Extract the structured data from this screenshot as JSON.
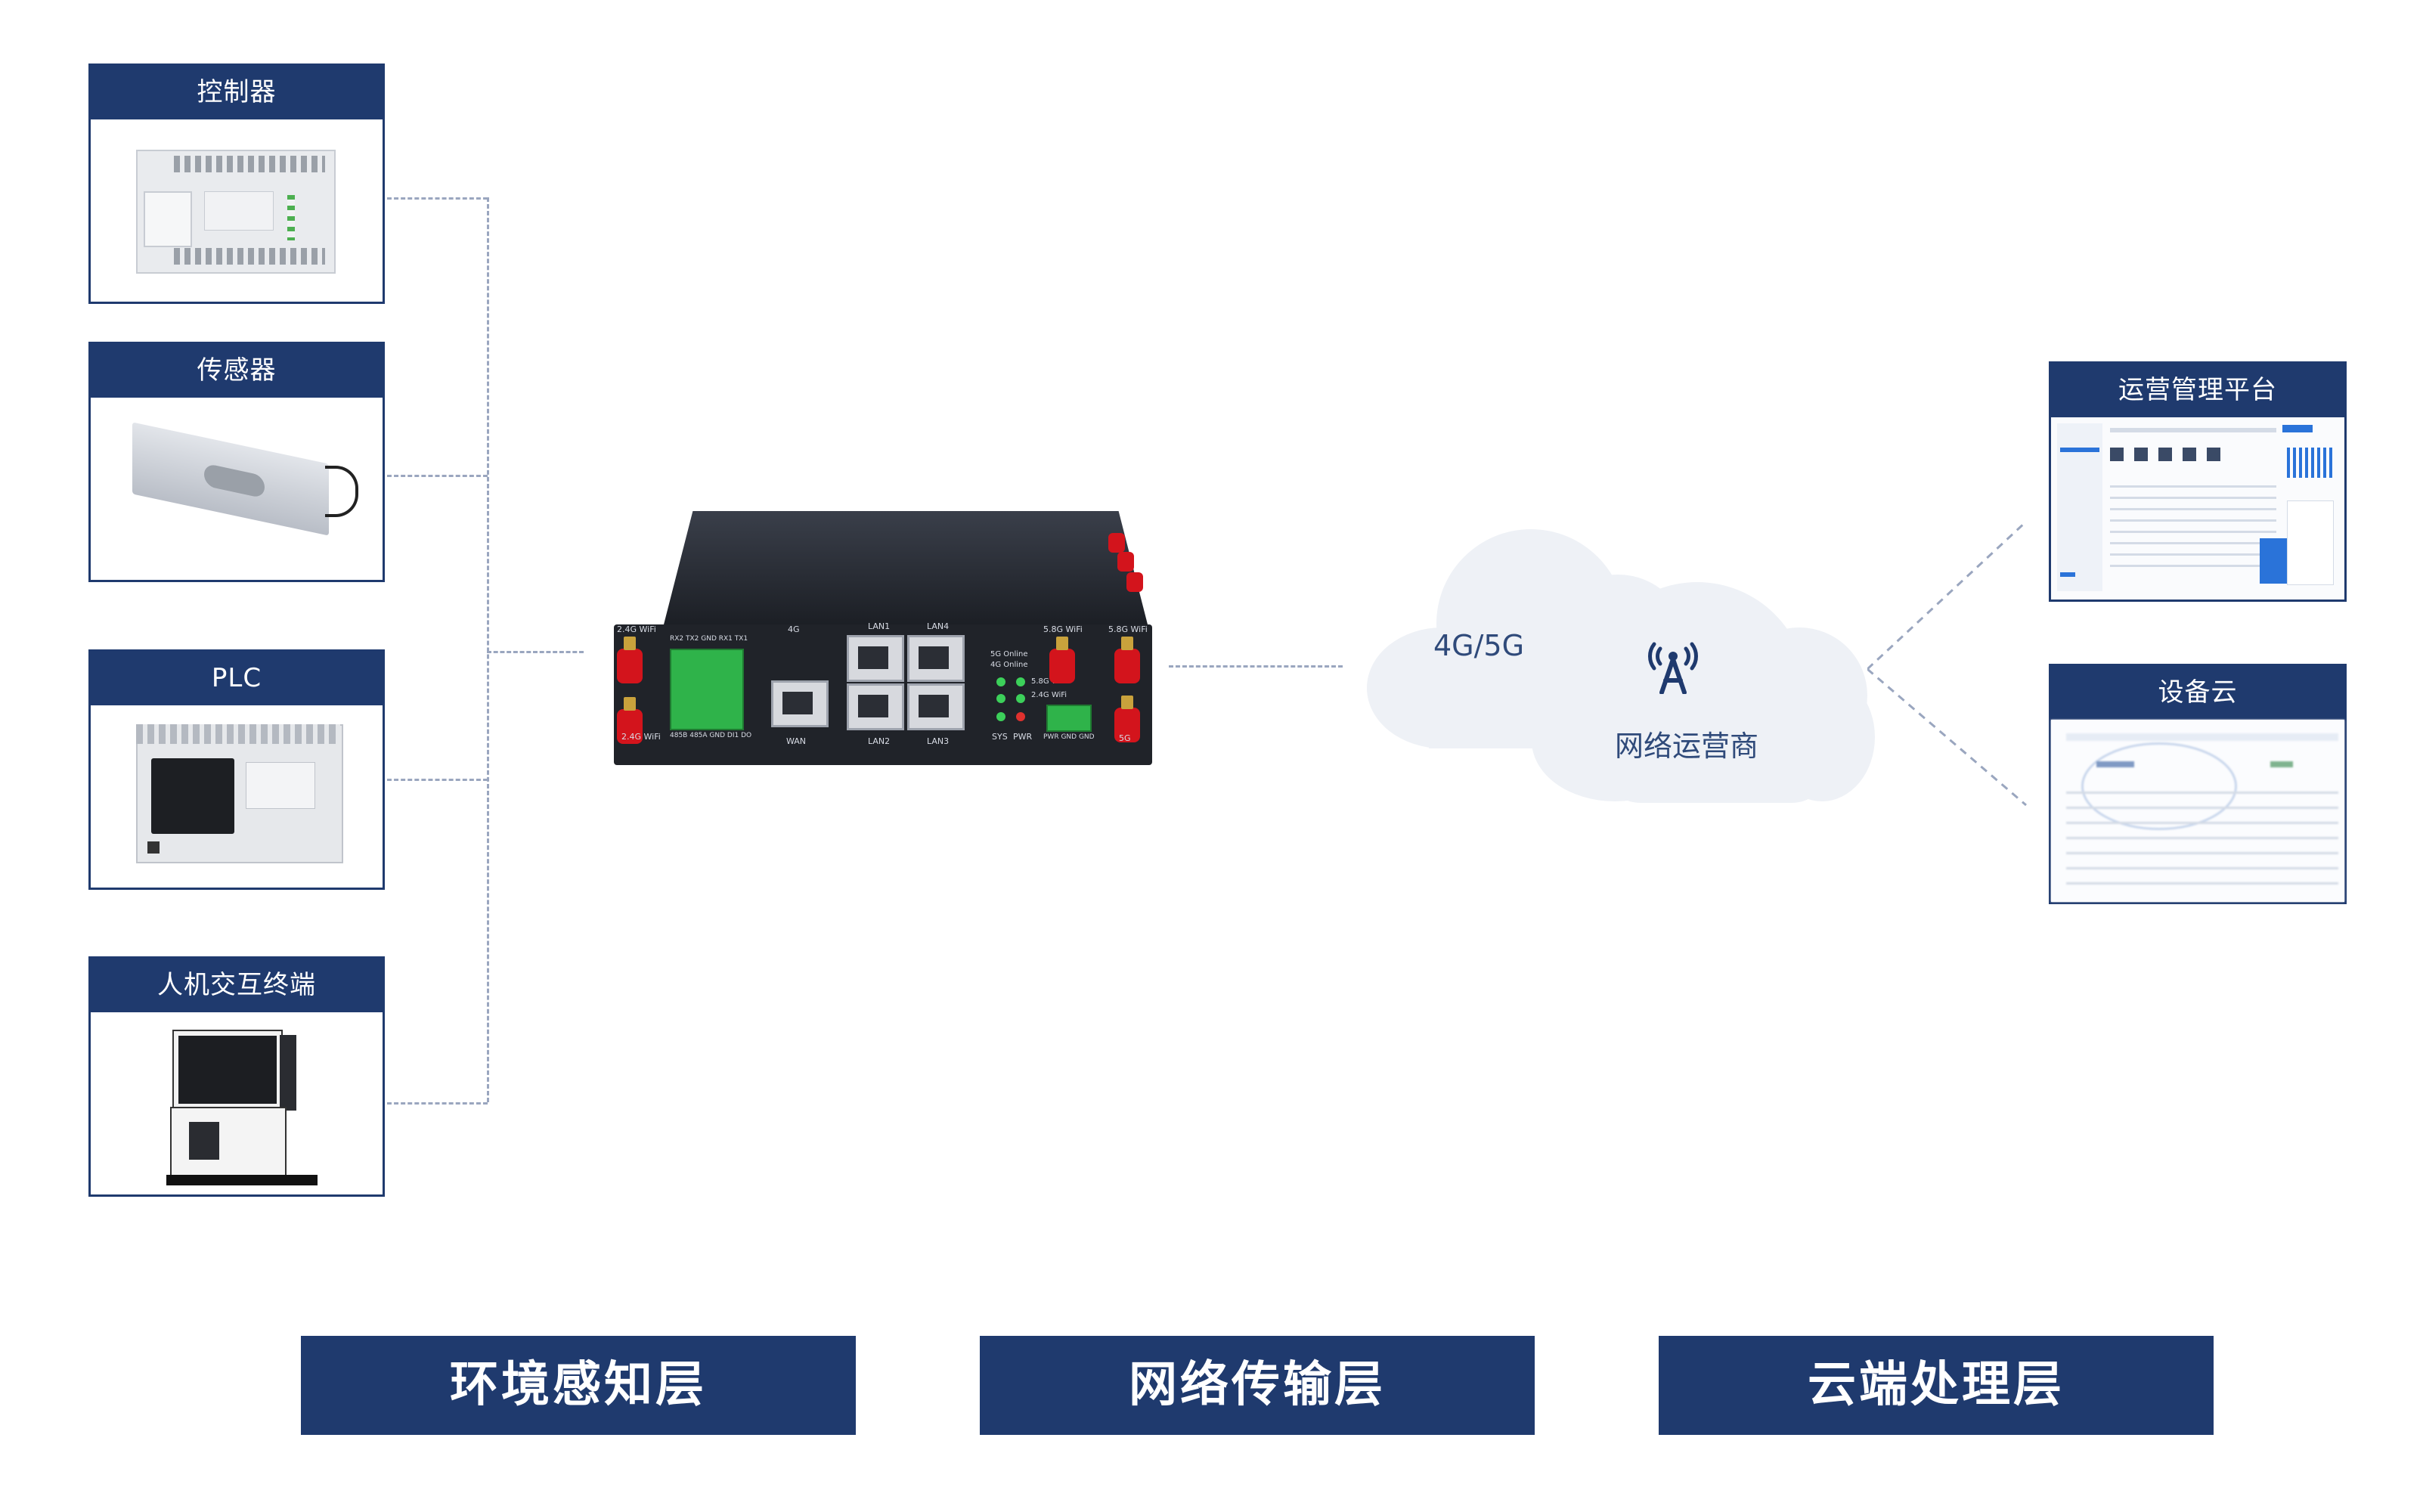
{
  "devices": [
    {
      "label": "控制器"
    },
    {
      "label": "传感器"
    },
    {
      "label": "PLC"
    },
    {
      "label": "人机交互终端"
    }
  ],
  "router": {
    "wifi24_top": "2.4G WiFi",
    "wifi24_bottom": "2.4G WiFi",
    "serial_top": "RX2 TX2 GND RX1 TX1",
    "serial_bottom": "485B 485A GND DI1 DO",
    "port_4g": "4G",
    "wan": "WAN",
    "lan1": "LAN1",
    "lan2": "LAN2",
    "lan3": "LAN3",
    "lan4": "LAN4",
    "led_5g": "5G Online",
    "led_4g": "4G Online",
    "led_58": "5.8G WiFi",
    "led_24": "2.4G WiFi",
    "sys": "SYS",
    "pwr": "PWR",
    "wifi58_a": "5.8G WiFi",
    "wifi58_b": "5.8G WiFi",
    "power": "PWR GND GND",
    "port_5g": "5G"
  },
  "cloud": {
    "net_label": "4G/5G",
    "operator_label": "网络运营商",
    "operator_icon": "antenna-tower-icon"
  },
  "platforms": [
    {
      "label": "运营管理平台"
    },
    {
      "label": "设备云"
    }
  ],
  "layers": [
    {
      "label": "环境感知层"
    },
    {
      "label": "网络传输层"
    },
    {
      "label": "云端处理层"
    }
  ]
}
